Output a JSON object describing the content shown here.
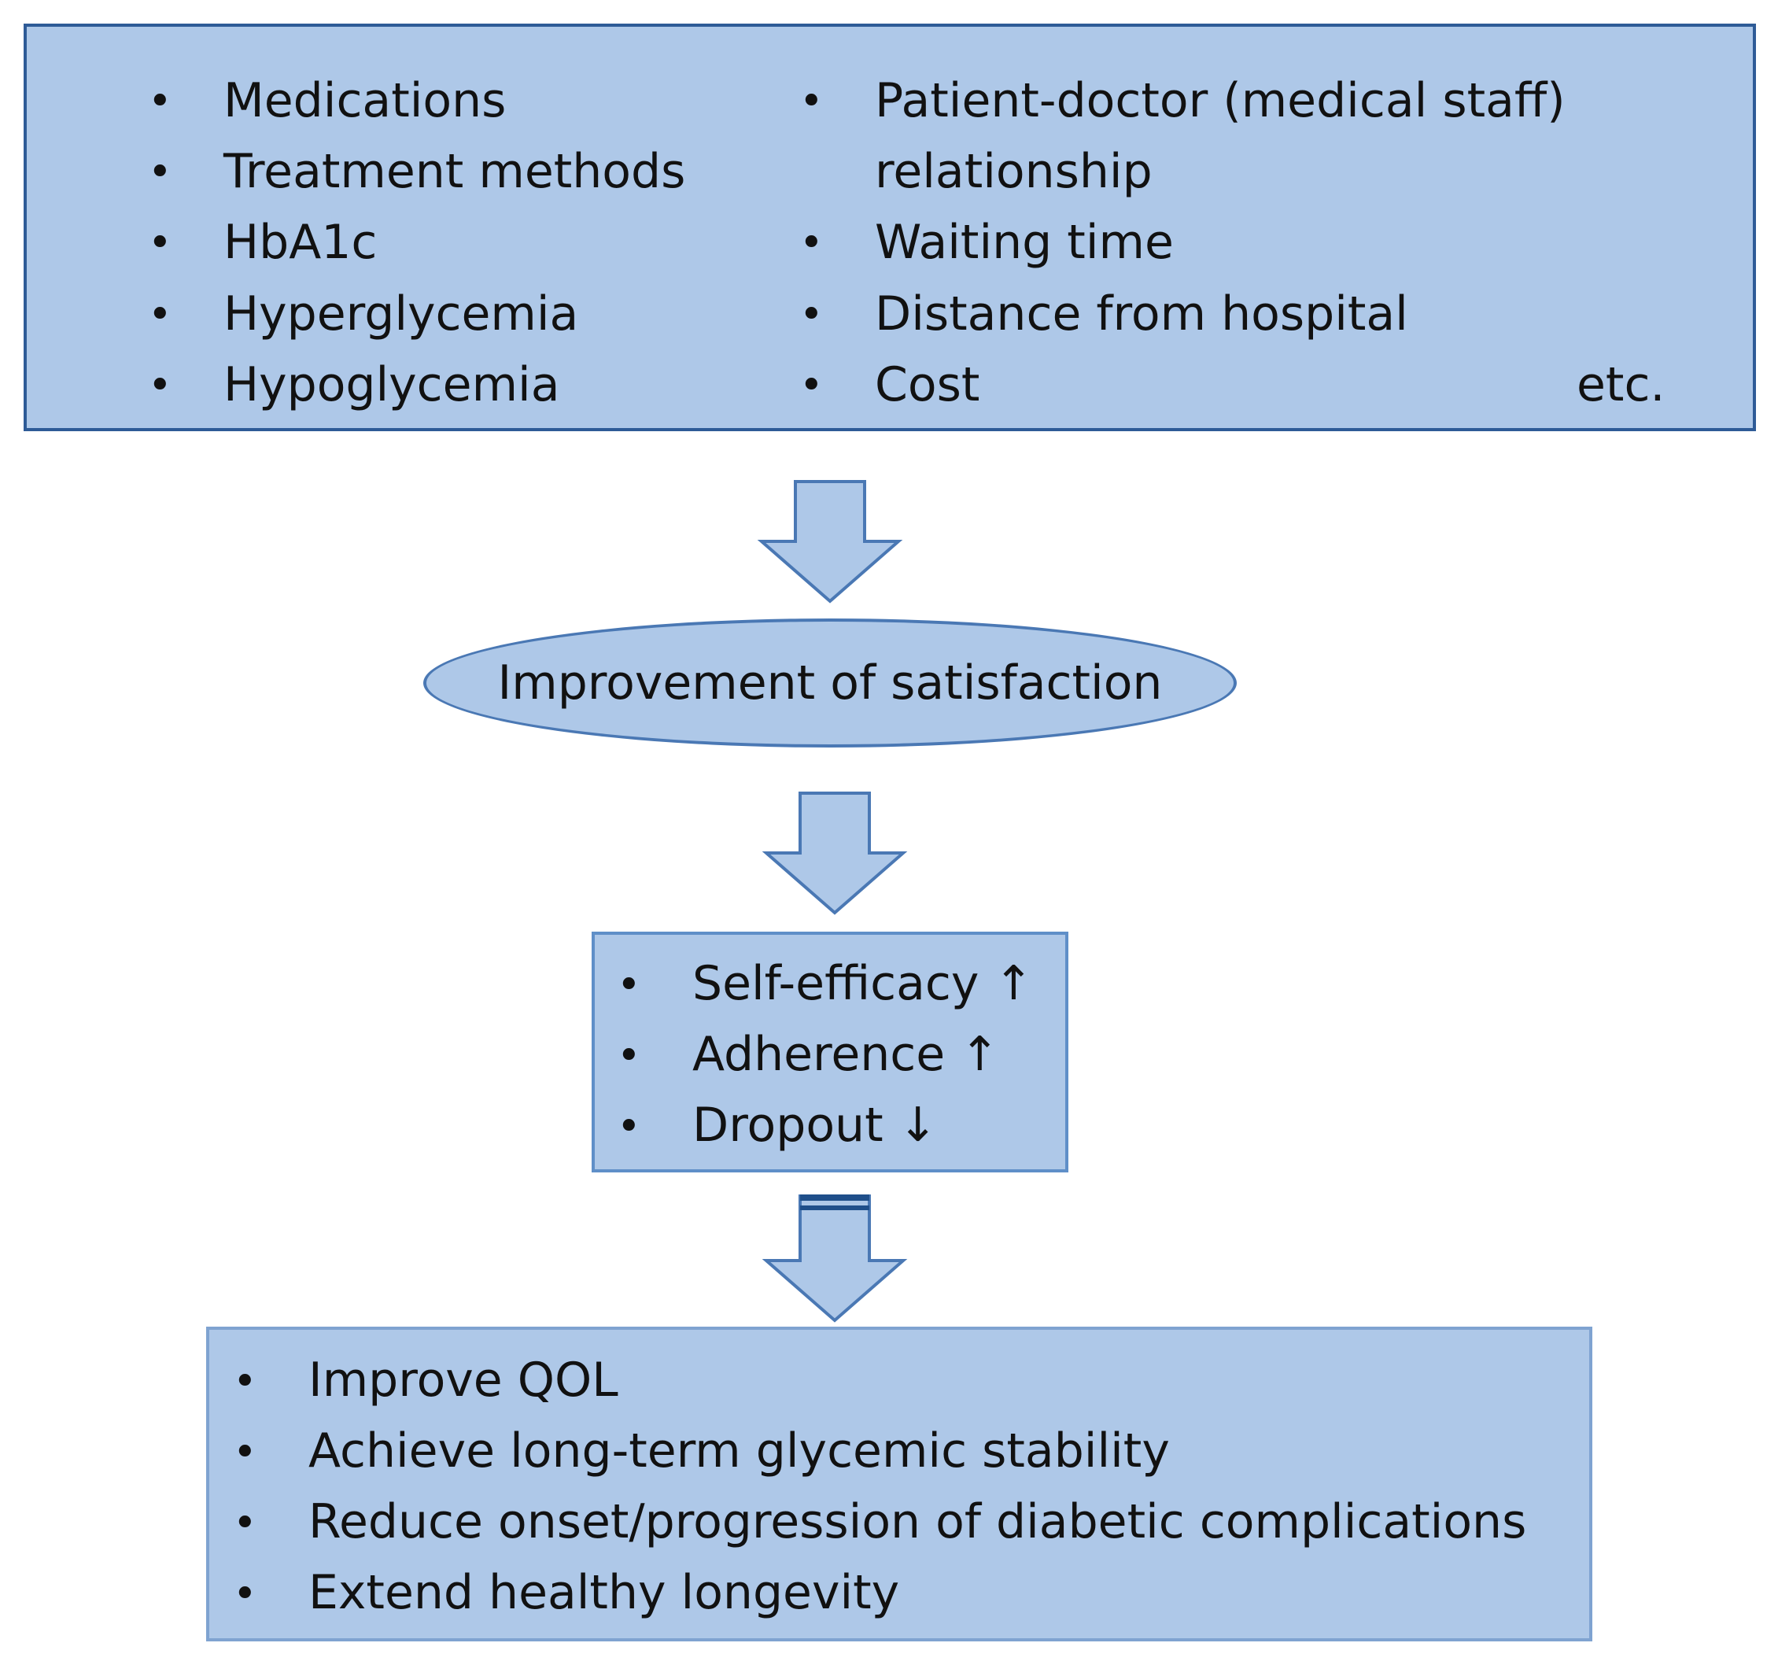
{
  "top_box": {
    "left_items": [
      "Medications",
      "Treatment methods",
      "HbA1c",
      "Hyperglycemia",
      "Hypoglycemia"
    ],
    "right_items": [
      "Patient-doctor (medical staff)",
      "relationship",
      "Waiting time",
      "Distance from hospital",
      "Cost"
    ],
    "etc": "etc."
  },
  "ellipse_label": "Improvement of satisfaction",
  "middle_box": {
    "items": [
      "Self-efficacy ↑",
      "Adherence ↑",
      "Dropout ↓"
    ]
  },
  "bottom_box": {
    "items": [
      "Improve QOL",
      "Achieve long-term glycemic stability",
      "Reduce onset/progression of diabetic complications",
      "Extend healthy longevity"
    ]
  },
  "bullet_char": "•",
  "colors": {
    "fill": "#aec8e8",
    "border_dark": "#2e5b97",
    "border_light": "#7fa3d1"
  },
  "icons": [
    "down-arrow-icon"
  ]
}
